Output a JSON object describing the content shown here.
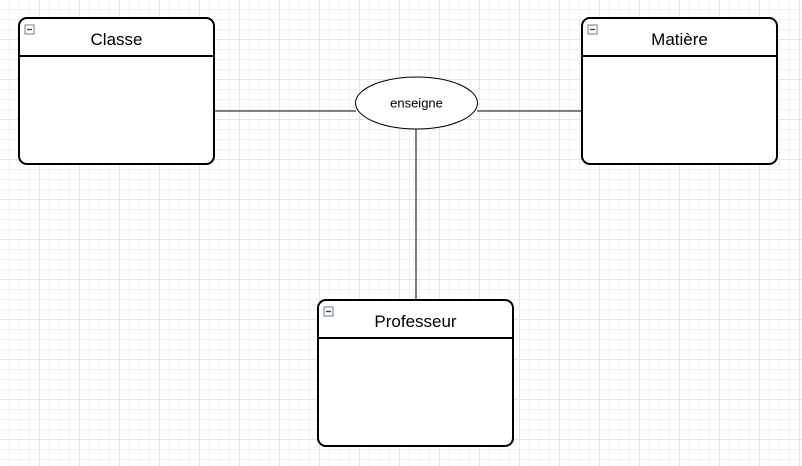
{
  "entities": {
    "classe": {
      "title": "Classe"
    },
    "matiere": {
      "title": "Matière"
    },
    "professeur": {
      "title": "Professeur"
    }
  },
  "relationship": {
    "label": "enseigne"
  },
  "icons": {
    "collapse": "collapse-minus-icon"
  }
}
